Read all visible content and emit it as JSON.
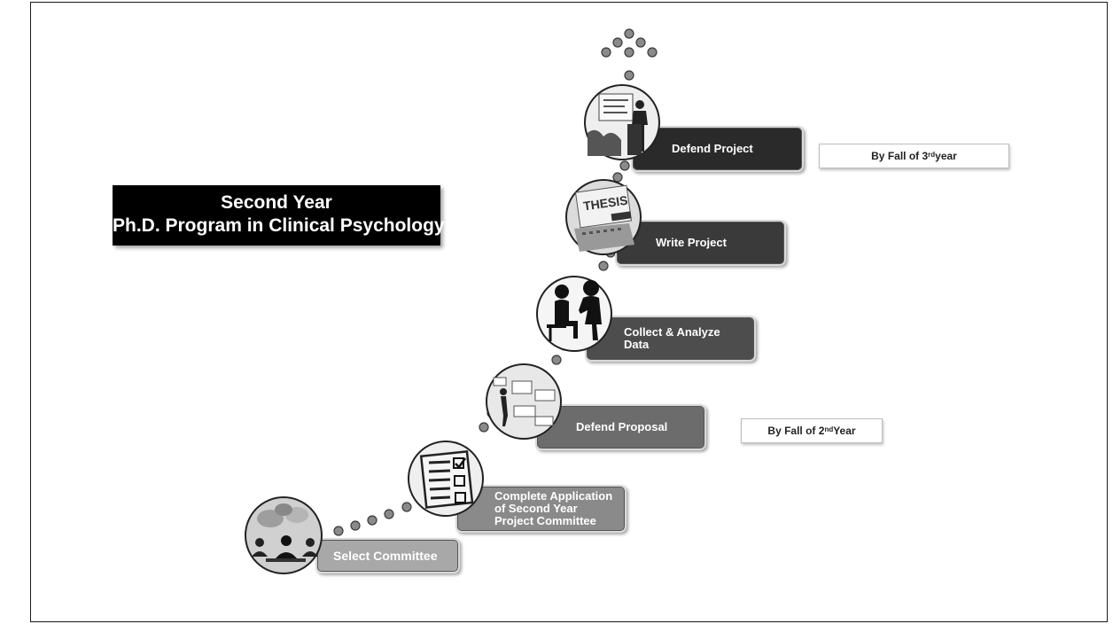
{
  "title": {
    "line1": "Second Year",
    "line2": "Ph.D. Program in Clinical Psychology"
  },
  "steps": [
    {
      "label": "Select Committee",
      "icon": "meeting-people-icon"
    },
    {
      "label": "Complete Application of Second Year Project Committee",
      "line1": "Complete Application",
      "line2": "of  Second Year",
      "line3": "Project  Committee",
      "icon": "checklist-icon"
    },
    {
      "label": "Defend Proposal",
      "icon": "presentation-board-icon"
    },
    {
      "label": "Collect & Analyze Data",
      "line1": "Collect & Analyze",
      "line2": "Data",
      "icon": "interview-people-icon"
    },
    {
      "label": "Write  Project",
      "icon": "thesis-laptop-icon"
    },
    {
      "label": "Defend Project",
      "icon": "podium-presenter-icon"
    }
  ],
  "deadlines": {
    "proposal": {
      "pre": "By Fall of 2",
      "sup": "nd",
      "post": " Year"
    },
    "project": {
      "pre": "By Fall of 3",
      "sup": "rd",
      "post": " year"
    }
  }
}
